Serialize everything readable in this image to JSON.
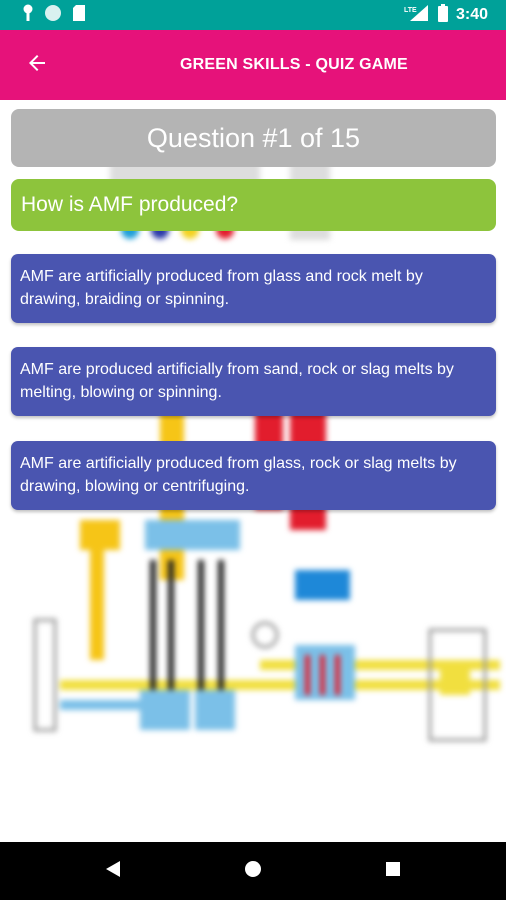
{
  "status_bar": {
    "time": "3:40",
    "network_label": "LTE",
    "icons": [
      "key-icon",
      "circle-icon",
      "sd-card-icon",
      "signal-icon",
      "battery-icon"
    ]
  },
  "app_bar": {
    "title": "GREEN SKILLS - QUIZ GAME",
    "back_icon": "arrow-back-icon"
  },
  "quiz": {
    "question_counter": "Question #1 of 15",
    "question": "How is AMF produced?",
    "answers": [
      "AMF are artificially produced from glass and rock melt by drawing, braiding or spinning.",
      "AMF are produced artificially from sand, rock or slag melts by melting, blowing or spinning.",
      "AMF are artificially produced from glass, rock or slag melts by drawing, blowing or centrifuging."
    ]
  },
  "nav_bar": {
    "icons": [
      "back-triangle-icon",
      "home-circle-icon",
      "recents-square-icon"
    ]
  },
  "colors": {
    "status_bar": "#00a199",
    "app_bar": "#e6127a",
    "counter_bg": "#b4b4b4",
    "question_bg": "#8dc43c",
    "answer_bg": "#4a55b0"
  }
}
